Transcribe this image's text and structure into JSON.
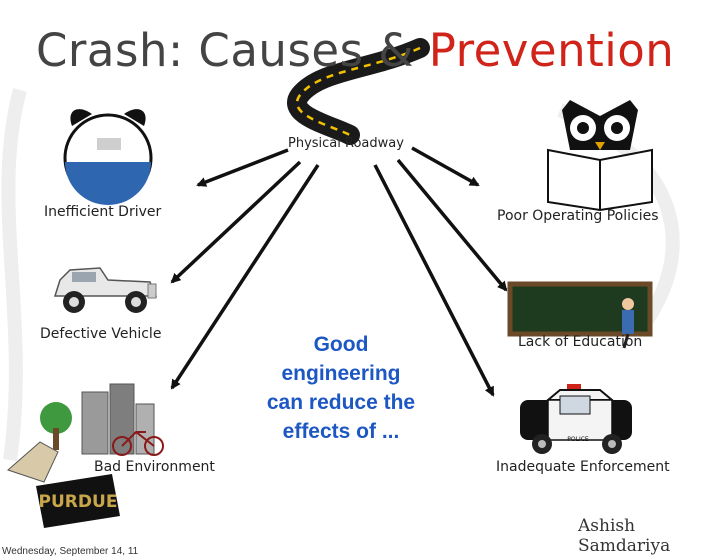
{
  "slide": {
    "title_main": "Crash: Causes & ",
    "title_accent": "Prevention",
    "center_node": "Physical Roadway",
    "causes": {
      "driver": "Inefficient Driver",
      "vehicle": "Defective Vehicle",
      "environment": "Bad Environment",
      "policies": "Poor Operating Policies",
      "education": "Lack of Education",
      "enforcement": "Inadequate Enforcement"
    },
    "message_lines": [
      "Good",
      "engineering",
      "can reduce the",
      "effects of ..."
    ],
    "author": "Ashish Samdariya",
    "date": "Wednesday, September 14, 11",
    "police_text": "POLICE",
    "logo_text": "PURDUE"
  },
  "colors": {
    "accent": "#d0241b",
    "title": "#444444",
    "message": "#1c57c4",
    "chalkboard": "#1f3b1f"
  }
}
